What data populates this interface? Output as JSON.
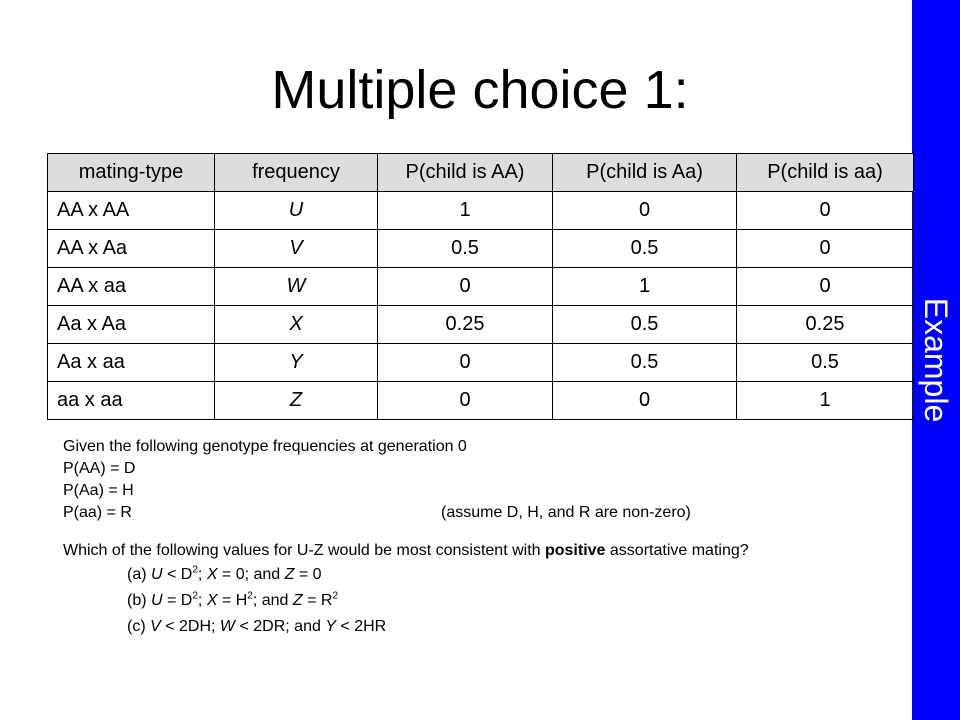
{
  "title": "Multiple choice 1:",
  "sidebar_label": "Example",
  "table": {
    "headers": [
      "mating-type",
      "frequency",
      "P(child is AA)",
      "P(child is Aa)",
      "P(child is aa)"
    ],
    "rows": [
      [
        "AA x AA",
        "U",
        "1",
        "0",
        "0"
      ],
      [
        "AA x Aa",
        "V",
        "0.5",
        "0.5",
        "0"
      ],
      [
        "AA x aa",
        "W",
        "0",
        "1",
        "0"
      ],
      [
        "Aa x Aa",
        "X",
        "0.25",
        "0.5",
        "0.25"
      ],
      [
        "Aa x aa",
        "Y",
        "0",
        "0.5",
        "0.5"
      ],
      [
        "aa x aa",
        "Z",
        "0",
        "0",
        "1"
      ]
    ]
  },
  "given": {
    "intro": "Given the following genotype frequencies at generation 0",
    "p_AA": "P(AA) = D",
    "p_Aa": "P(Aa) = H",
    "p_aa": "P(aa) = R",
    "note": "(assume D, H, and R are non-zero)"
  },
  "question": {
    "before": "Which of the following values for U-Z would be most consistent with ",
    "bold": "positive",
    "after": " assortative mating?"
  },
  "options": {
    "a": {
      "label": "(a) ",
      "U": "U",
      "lt1": " < D",
      "exp1": "2",
      "sep1": "; ",
      "X": "X",
      "eq2": " = 0; and ",
      "Z": "Z",
      "eq3": " = 0"
    },
    "b": {
      "label": "(b) ",
      "U": "U",
      "eq1": " = D",
      "exp1": "2",
      "sep1": "; ",
      "X": "X",
      "eq2": " = H",
      "exp2": "2",
      "sep2": "; and ",
      "Z": "Z",
      "eq3": " = R",
      "exp3": "2"
    },
    "c": {
      "label": "(c) ",
      "V": "V",
      "lt1": " < 2DH; ",
      "W": "W",
      "lt2": " < 2DR; and ",
      "Y": "Y",
      "lt3": " < 2HR"
    }
  }
}
